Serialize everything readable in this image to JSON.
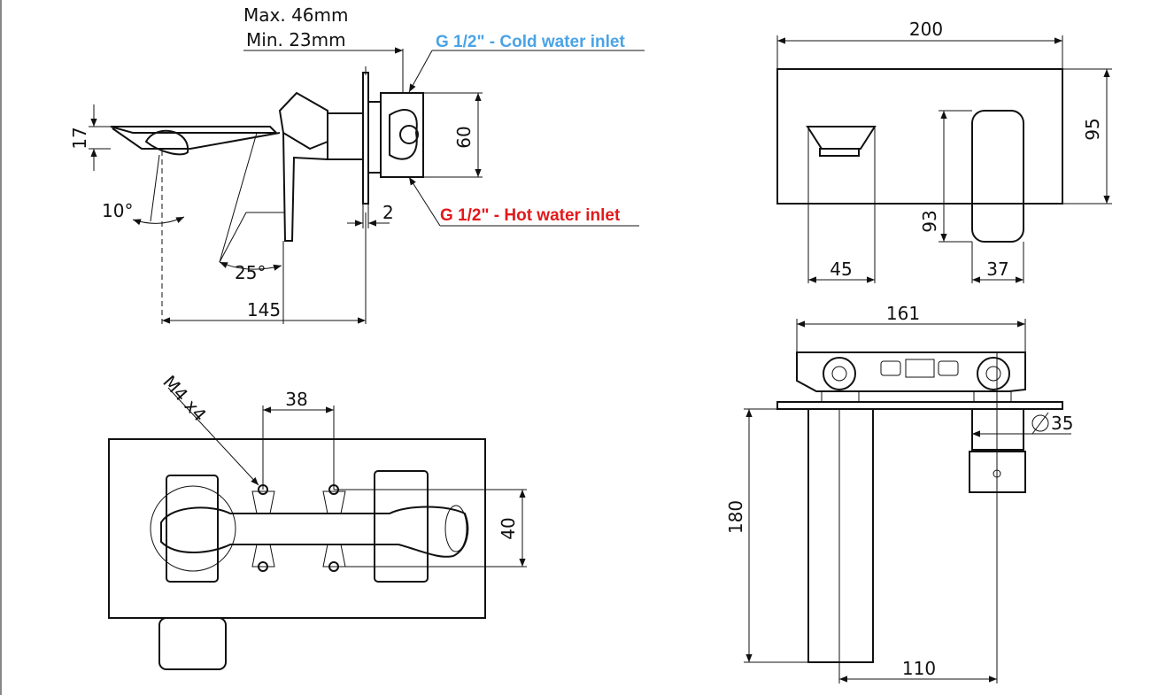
{
  "depth_note": {
    "max": "Max. 46mm",
    "min": "Min. 23mm"
  },
  "inlets": {
    "cold": {
      "label": "G 1/2\" - Cold water inlet",
      "color": "#4aa3e6"
    },
    "hot": {
      "label": "G 1/2\" - Hot water inlet",
      "color": "#e3191b"
    }
  },
  "side_view": {
    "dim_17": "17",
    "dim_60": "60",
    "dim_2": "2",
    "angle_10": "10°",
    "angle_25": "25°",
    "dim_145": "145"
  },
  "front_view": {
    "dim_200": "200",
    "dim_95": "95",
    "dim_93": "93",
    "dim_45": "45",
    "dim_37": "37"
  },
  "valve_view": {
    "screw_note": "M4 x4",
    "dim_38": "38",
    "dim_40": "40"
  },
  "top_view": {
    "dim_161": "161",
    "dim_35": "35",
    "dim_180": "180",
    "dim_110": "110"
  }
}
